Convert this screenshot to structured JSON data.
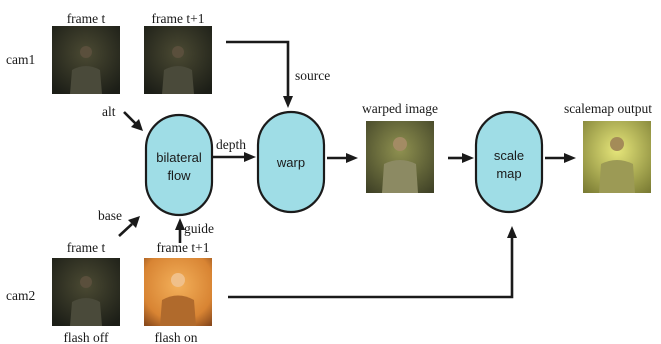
{
  "labels": {
    "cam1": "cam1",
    "cam2": "cam2",
    "cam1_frame_t": "frame t",
    "cam1_frame_t1": "frame t+1",
    "cam2_frame_t": "frame t",
    "cam2_frame_t1": "frame t+1",
    "flash_off": "flash off",
    "flash_on": "flash on",
    "alt": "alt",
    "base": "base",
    "guide": "guide",
    "depth": "depth",
    "source": "source",
    "warped_image": "warped image",
    "scalemap_output": "scalemap output"
  },
  "nodes": {
    "bilateral_flow": [
      "bilateral",
      "flow"
    ],
    "warp": [
      "warp"
    ],
    "scale_map": [
      "scale",
      "map"
    ]
  },
  "colors": {
    "node_fill": "#9fdde6",
    "dark_photo": "#2b2e22",
    "flash_photo": "#d98a3a",
    "warped_photo": "#6d7140",
    "scalemap_photo": "#c4c45a"
  }
}
